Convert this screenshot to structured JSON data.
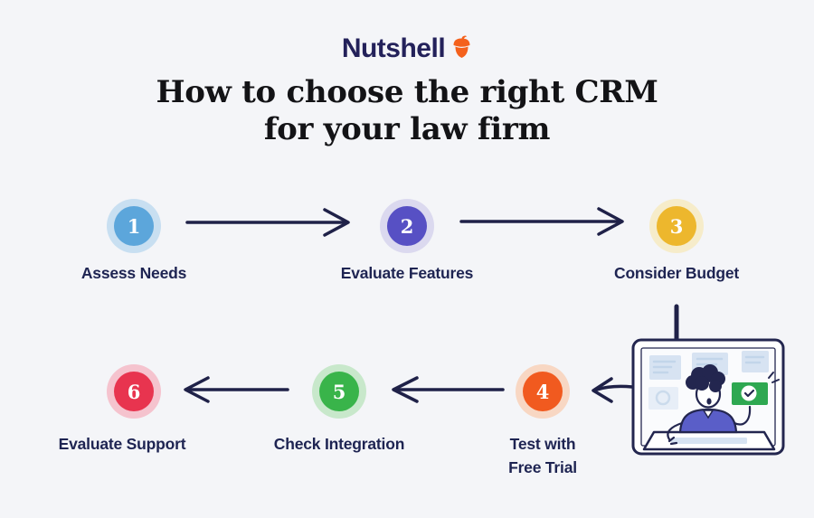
{
  "canvas": {
    "background": "#F4F5F8",
    "arrow_color": "#1F2148"
  },
  "brand": {
    "name": "Nutshell",
    "text_color": "#23215A",
    "acorn_color": "#F4611C"
  },
  "title": {
    "line1": "How to choose the right CRM",
    "line2": "for your law firm",
    "color": "#131316"
  },
  "steps": [
    {
      "number": "1",
      "label": "Assess Needs",
      "circle_color": "#5CA6DB",
      "ring_color": "#C8DFF1"
    },
    {
      "number": "2",
      "label": "Evaluate Features",
      "circle_color": "#5750C4",
      "ring_color": "#DBD9EF"
    },
    {
      "number": "3",
      "label": "Consider Budget",
      "circle_color": "#EDB72D",
      "ring_color": "#F6ECCA"
    },
    {
      "number": "4",
      "label": "Test with Free Trial",
      "circle_color": "#F15A1F",
      "ring_color": "#F8D7C3"
    },
    {
      "number": "5",
      "label": "Check Integration",
      "circle_color": "#39B44A",
      "ring_color": "#C8E8CB"
    },
    {
      "number": "6",
      "label": "Evaluate Support",
      "circle_color": "#E8344F",
      "ring_color": "#F5C3CE"
    }
  ],
  "illustration": {
    "name": "person-presenting-crm-on-tablet",
    "check_card_color": "#2EA851",
    "shirt_color": "#5A5EC8",
    "panel_color": "#D7E3F2"
  }
}
